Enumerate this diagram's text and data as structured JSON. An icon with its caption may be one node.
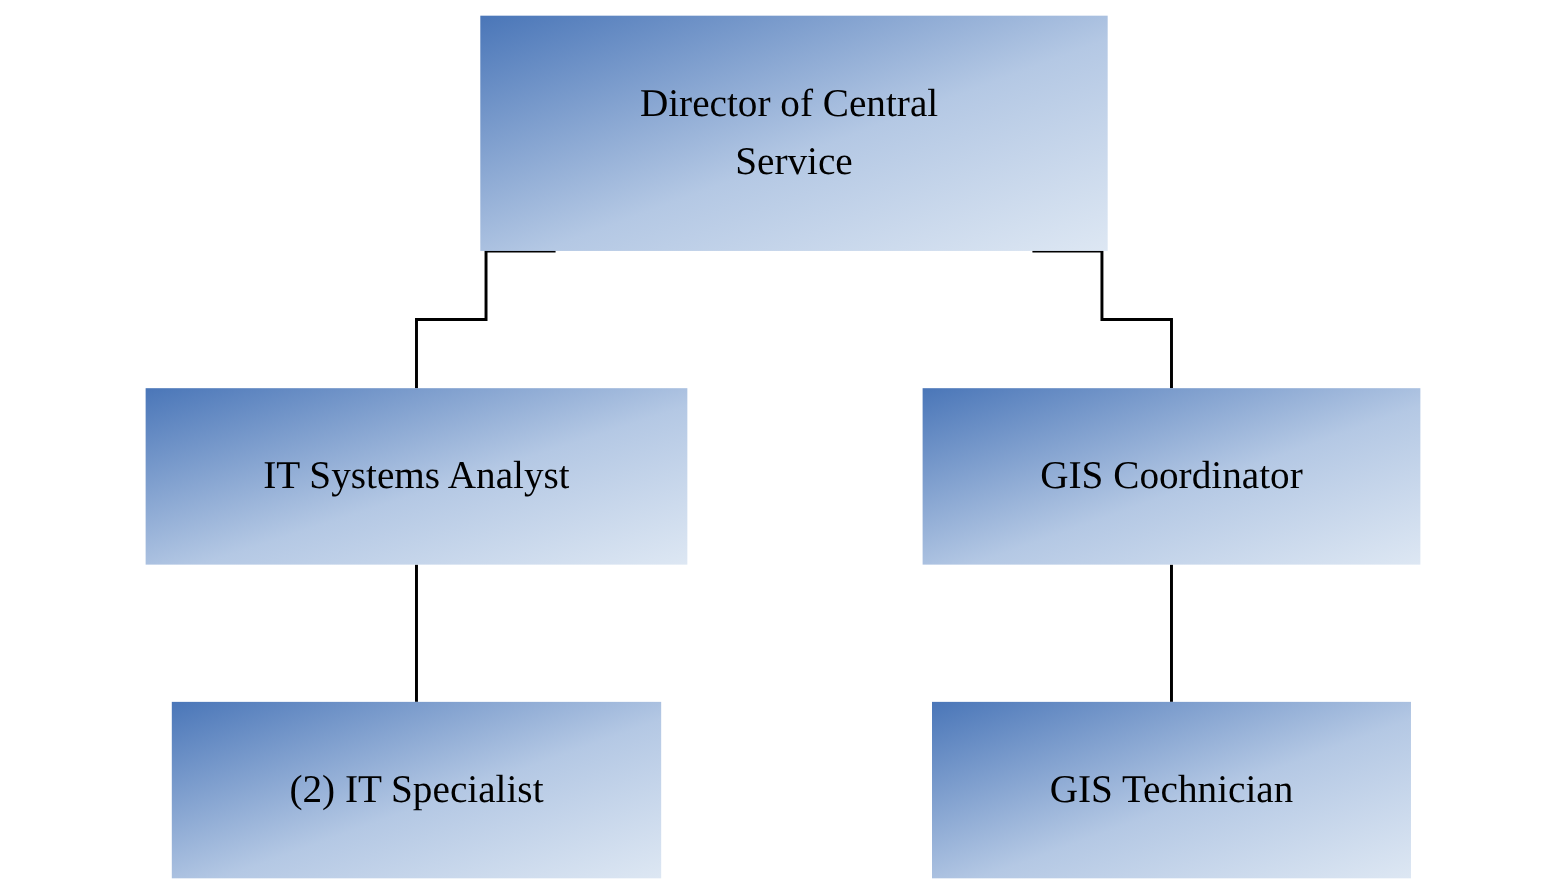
{
  "diagram": {
    "nodes": [
      {
        "text": [
          "Director of Central Service"
        ]
      },
      {
        "text": [
          "IT Systems Analyst"
        ]
      },
      {
        "text": [
          "GIS Coordinator"
        ]
      },
      {
        "text": [
          "(2) IT Specialist"
        ]
      },
      {
        "text": [
          "GIS Technician"
        ]
      }
    ],
    "edges": [
      {
        "from": 0,
        "to": 1,
        "arrow": "none"
      },
      {
        "from": 0,
        "to": 2,
        "arrow": "none"
      },
      {
        "from": 1,
        "to": 3,
        "arrow": "none"
      },
      {
        "from": 2,
        "to": 4,
        "arrow": "none"
      }
    ]
  }
}
